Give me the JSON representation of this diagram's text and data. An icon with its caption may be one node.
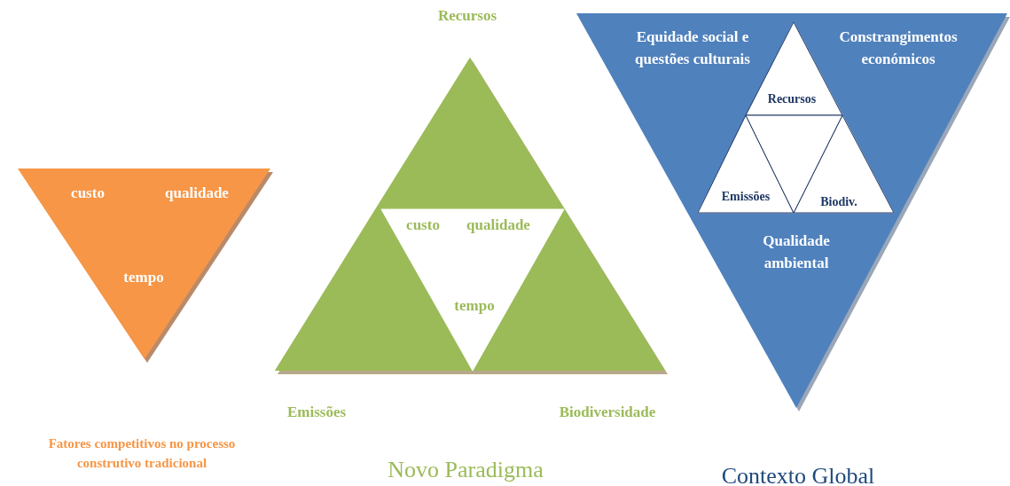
{
  "diagram": {
    "nodes": [
      {
        "text": [
          "custo",
          "qualidade",
          "tempo"
        ]
      },
      {
        "text": [],
        "shape": "triangle"
      },
      {
        "text": [
          "Recursos"
        ],
        "in": 1
      },
      {
        "text": [
          "Emissões"
        ],
        "in": 1
      },
      {
        "text": [
          "Biodiversidade"
        ],
        "in": 1
      },
      {
        "text": [
          "custo",
          "qualidade",
          "tempo"
        ],
        "in": 1
      },
      {
        "text": [
          "Equidade social e questões culturais",
          "Constrangimentos económicos",
          "Qualidade ambiental"
        ]
      },
      {
        "text": [],
        "shape": "triangle",
        "in": 6
      },
      {
        "text": [
          "Recursos"
        ],
        "in": 7
      },
      {
        "text": [
          "Emissões"
        ],
        "in": 7
      },
      {
        "text": [
          "Biodiv."
        ],
        "in": 7
      },
      {
        "text": [],
        "shape": "triangle",
        "in": 7
      }
    ],
    "labels": [
      "Fatores competitivos no processo construtivo tradicional",
      "Novo Paradigma",
      "Contexto Global"
    ]
  }
}
